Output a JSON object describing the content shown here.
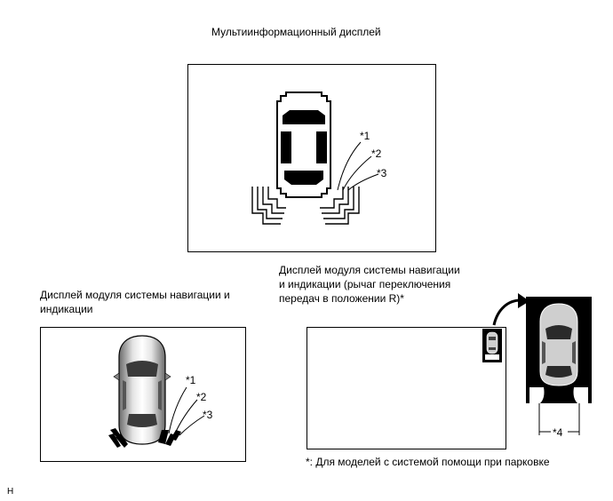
{
  "multi_display": {
    "title": "Мультиинформационный дисплей",
    "callouts": [
      "*1",
      "*2",
      "*3"
    ]
  },
  "nav_display": {
    "title_line1": "Дисплей модуля системы навигации и",
    "title_line2": "индикации",
    "callouts": [
      "*1",
      "*2",
      "*3"
    ]
  },
  "nav_display_r": {
    "title_line1": "Дисплей модуля системы навигации",
    "title_line2": "и индикации (рычаг переключения",
    "title_line3": "передач в положении R)*",
    "callout": "*4"
  },
  "footnote": "*: Для моделей с системой помощи при парковке",
  "corner_mark": "H"
}
